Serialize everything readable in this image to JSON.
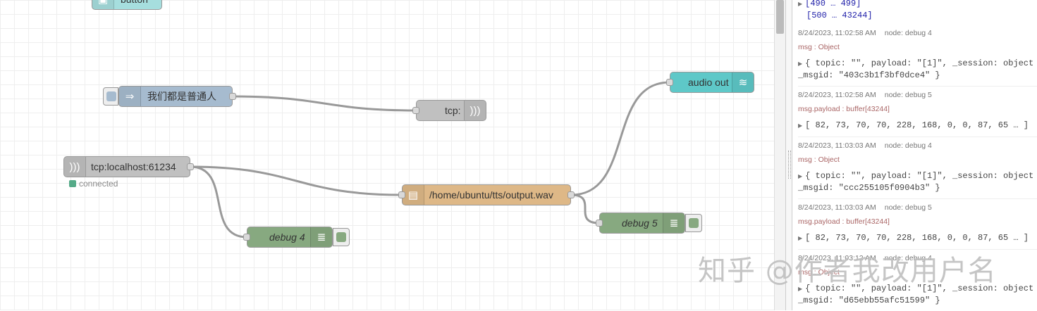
{
  "nodes": {
    "button": {
      "label": "button"
    },
    "inject": {
      "label": "我们都是普通人"
    },
    "tcp_out": {
      "label": "tcp:"
    },
    "audio_out": {
      "label": "audio out"
    },
    "tcp_in": {
      "label": "tcp:localhost:61234",
      "status": "connected"
    },
    "file": {
      "label": "/home/ubuntu/tts/output.wav"
    },
    "debug4": {
      "label": "debug 4"
    },
    "debug5": {
      "label": "debug 5"
    }
  },
  "colors": {
    "inject": "#a6bbcf",
    "tcp": "#c0c0c0",
    "audio": "#5ec8c8",
    "file": "#deb887",
    "debug": "#87a980",
    "button": "#a6dede"
  },
  "debug_panel": {
    "top_lines": [
      "[490 … 499]",
      "[500 … 43244]"
    ],
    "messages": [
      {
        "time": "8/24/2023, 11:02:58 AM",
        "node": "node: debug 4",
        "topic": "msg : Object",
        "line1": "{ topic: \"\", payload: \"[1]\", _session: object",
        "line2": "_msgid: \"403c3b1f3bf0dce4\" }"
      },
      {
        "time": "8/24/2023, 11:02:58 AM",
        "node": "node: debug 5",
        "topic": "msg.payload : buffer[43244]",
        "line1": "[ 82, 73, 70, 70, 228, 168, 0, 0, 87, 65 … ]"
      },
      {
        "time": "8/24/2023, 11:03:03 AM",
        "node": "node: debug 4",
        "topic": "msg : Object",
        "line1": "{ topic: \"\", payload: \"[1]\", _session: object",
        "line2": "_msgid: \"ccc255105f0904b3\" }"
      },
      {
        "time": "8/24/2023, 11:03:03 AM",
        "node": "node: debug 5",
        "topic": "msg.payload : buffer[43244]",
        "line1": "[ 82, 73, 70, 70, 228, 168, 0, 0, 87, 65 … ]"
      },
      {
        "time": "8/24/2023, 11:03:12 AM",
        "node": "node: debug 4",
        "topic": "msg : Object",
        "line1": "{ topic: \"\", payload: \"[1]\", _session: object",
        "line2": "_msgid: \"d65ebb55afc51599\" }"
      }
    ]
  },
  "watermark": "知乎 @作者我改用户名"
}
